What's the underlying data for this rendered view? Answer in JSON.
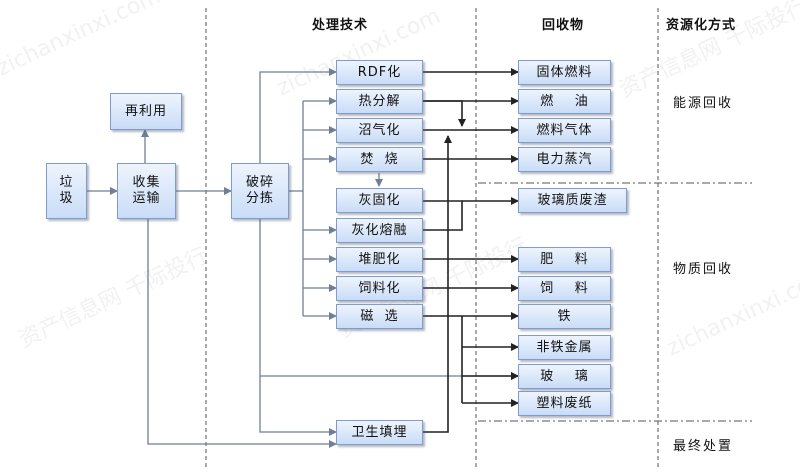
{
  "columns": {
    "tech": "处理技术",
    "recovered": "回收物",
    "mode": "资源化方式"
  },
  "boxes": {
    "garbage": "垃\n圾",
    "collect": "收集\n运输",
    "reuse": "再利用",
    "crush": "破碎\n分拣",
    "rdf": "RDF化",
    "pyrolysis": "热分解",
    "biogas": "沼气化",
    "incinerate": "焚  烧",
    "ash_solidify": "灰固化",
    "ash_melt": "灰化熔融",
    "compost": "堆肥化",
    "feed": "饲料化",
    "magnetic": "磁  选",
    "landfill": "卫生填埋",
    "solid_fuel": "固体燃料",
    "fuel_oil": "燃    油",
    "fuel_gas": "燃料气体",
    "steam": "电力蒸汽",
    "glass_slag": "玻璃质废渣",
    "fertilizer": "肥    料",
    "feedstuff": "饲    料",
    "iron": "铁",
    "nonferrous": "非铁金属",
    "glass": "玻    璃",
    "plastic_paper": "塑料废纸"
  },
  "modes": {
    "energy": "能源回收",
    "material": "物质回收",
    "final": "最终处置"
  },
  "watermarks": [
    "资产信息网 千际投行",
    "zichanxinxi.com"
  ]
}
